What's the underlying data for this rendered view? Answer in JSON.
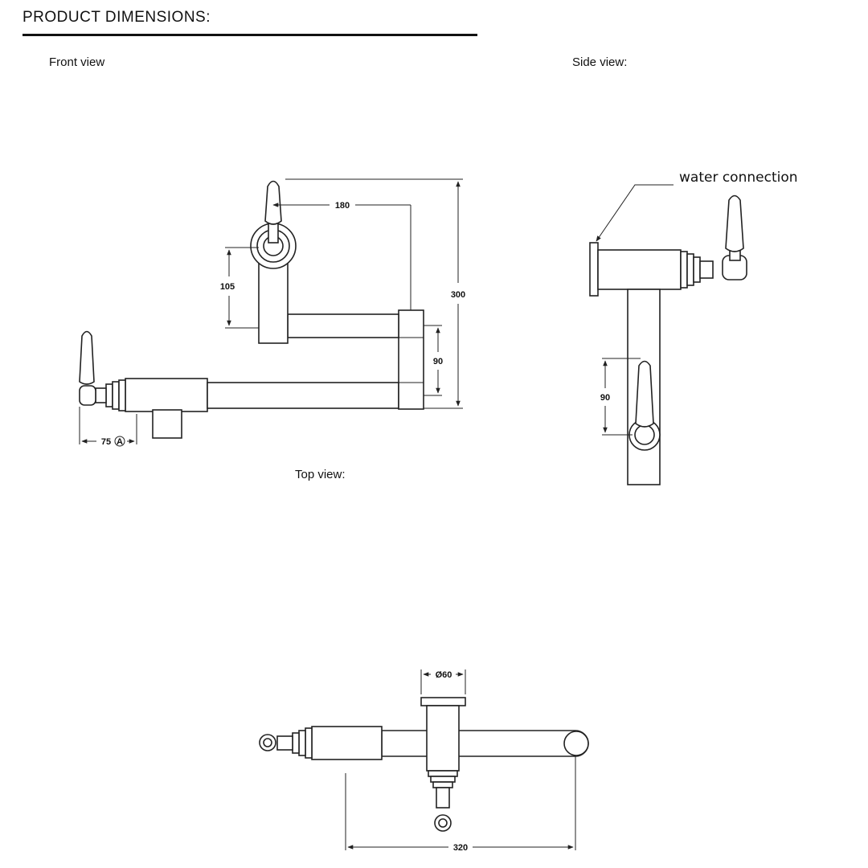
{
  "header": {
    "title": "PRODUCT DIMENSIONS:"
  },
  "views": {
    "front": {
      "label": "Front view"
    },
    "side": {
      "label": "Side view:"
    },
    "top": {
      "label": "Top view:"
    }
  },
  "dimensions": {
    "front_width_spout": "180",
    "front_height_total": "300",
    "front_height_upper": "105",
    "front_height_lower": "90",
    "front_offset": "75",
    "front_offset_marker": "A",
    "side_height": "90",
    "top_diameter": "Ø60",
    "top_length": "320"
  },
  "annotations": {
    "water_connection": "water connection"
  },
  "colors": {
    "line": "#222222",
    "background": "#ffffff"
  }
}
